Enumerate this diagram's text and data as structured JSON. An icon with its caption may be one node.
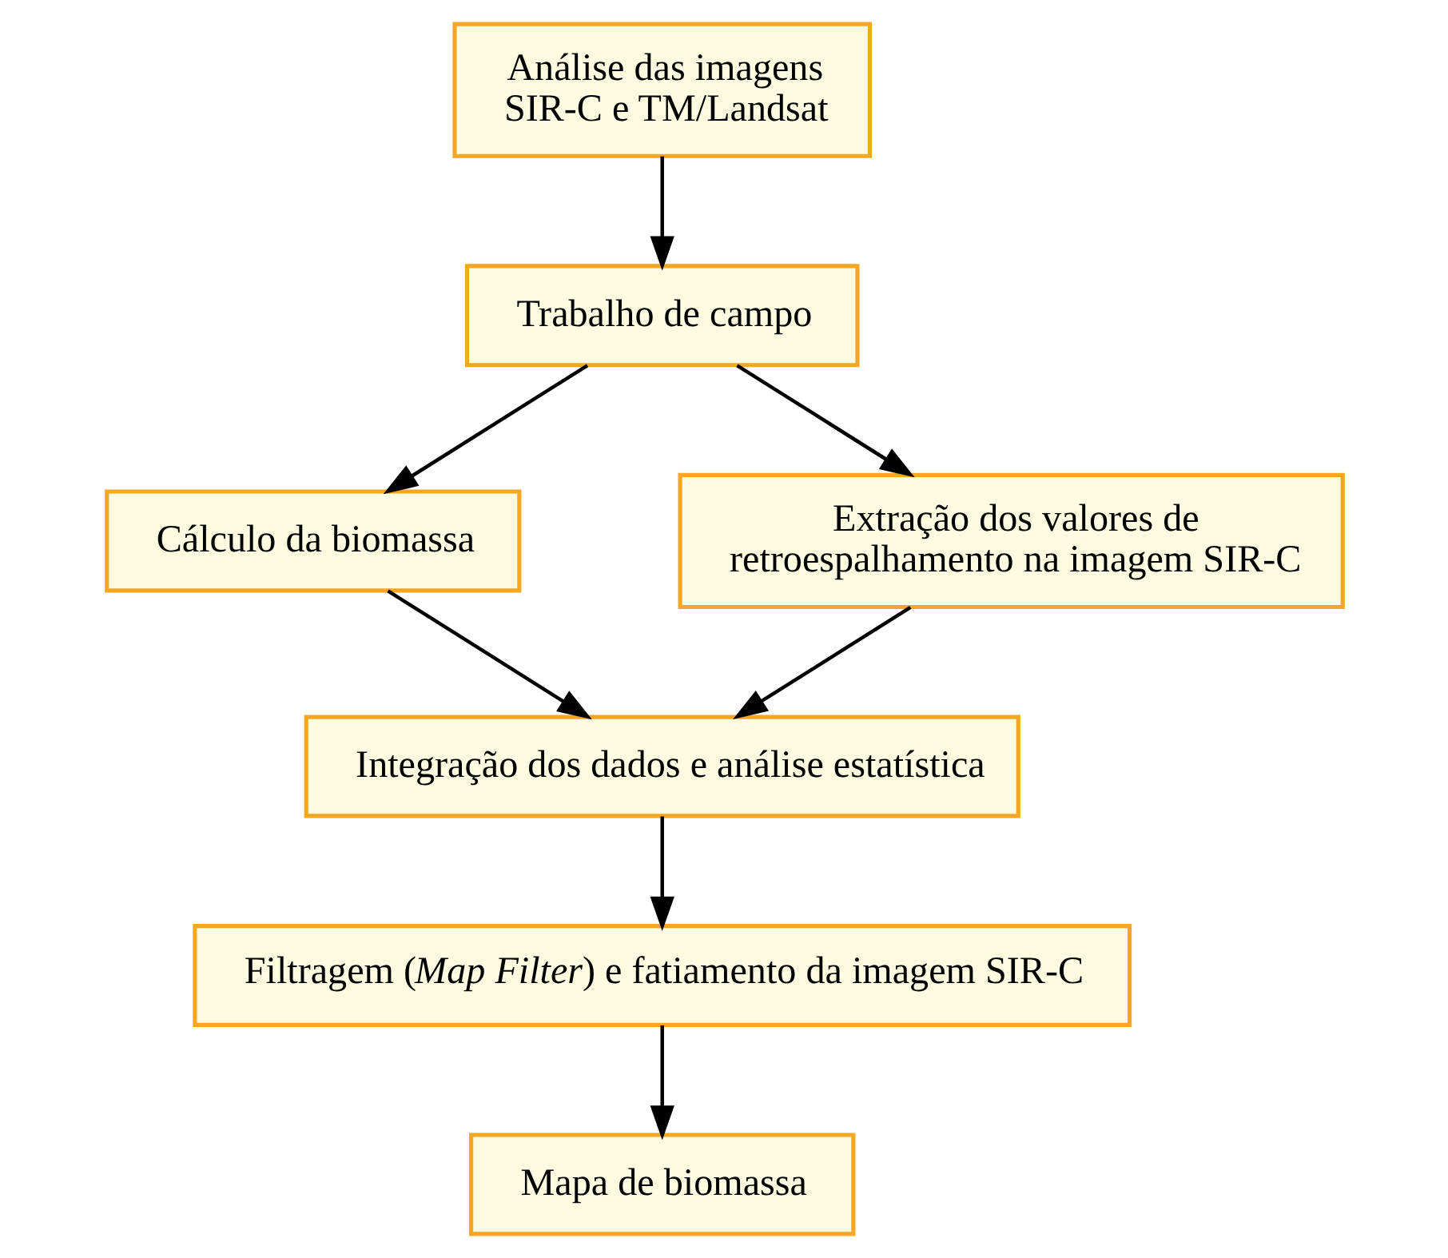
{
  "diagram": {
    "nodes": [
      {
        "text": [
          "Análise das imagens SIR-C e TM/Landsat"
        ]
      },
      {
        "text": [
          "Trabalho de campo"
        ]
      },
      {
        "text": [
          "Cálculo da biomassa"
        ]
      },
      {
        "text": [
          "Extração dos valores de retroespalhamento na imagem SIR-C"
        ]
      },
      {
        "text": [
          "Integração dos dados e análise estatística"
        ]
      },
      {
        "text": [
          "Filtragem (*Map Filter*) e fatiamento da imagem SIR-C"
        ]
      },
      {
        "text": [
          "Mapa de biomassa"
        ]
      }
    ],
    "edges": [
      {
        "from": 0,
        "to": 1,
        "arrow": "to"
      },
      {
        "from": 1,
        "to": 2,
        "arrow": "to"
      },
      {
        "from": 1,
        "to": 3,
        "arrow": "to"
      },
      {
        "from": 2,
        "to": 4,
        "arrow": "to"
      },
      {
        "from": 3,
        "to": 4,
        "arrow": "to"
      },
      {
        "from": 4,
        "to": 5,
        "arrow": "to"
      },
      {
        "from": 5,
        "to": 6,
        "arrow": "to"
      }
    ]
  }
}
